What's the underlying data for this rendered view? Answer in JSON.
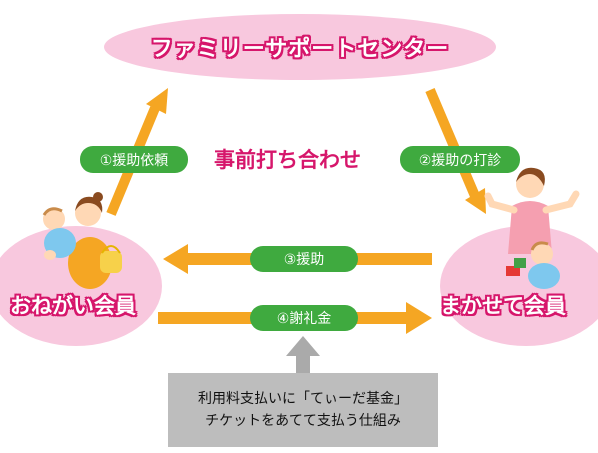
{
  "center": {
    "title": "ファミリーサポートセンター"
  },
  "members": {
    "requester": "おねがい会員",
    "provider": "まかせて会員"
  },
  "steps": {
    "request": "①援助依頼",
    "inquiry": "②援助の打診",
    "assistance": "③援助",
    "payment": "④謝礼金"
  },
  "meeting": {
    "label": "事前打ち合わせ"
  },
  "note": {
    "line1": "利用料支払いに「てぃーだ基金」",
    "line2": "チケットをあてて支払う仕組み"
  },
  "colors": {
    "arrow": "#f5a623",
    "pill": "#3faa3f",
    "pink": "#f8c8de",
    "magenta": "#d6166b",
    "note_bg": "#bdbdbd",
    "note_arrow": "#aaaaaa"
  }
}
